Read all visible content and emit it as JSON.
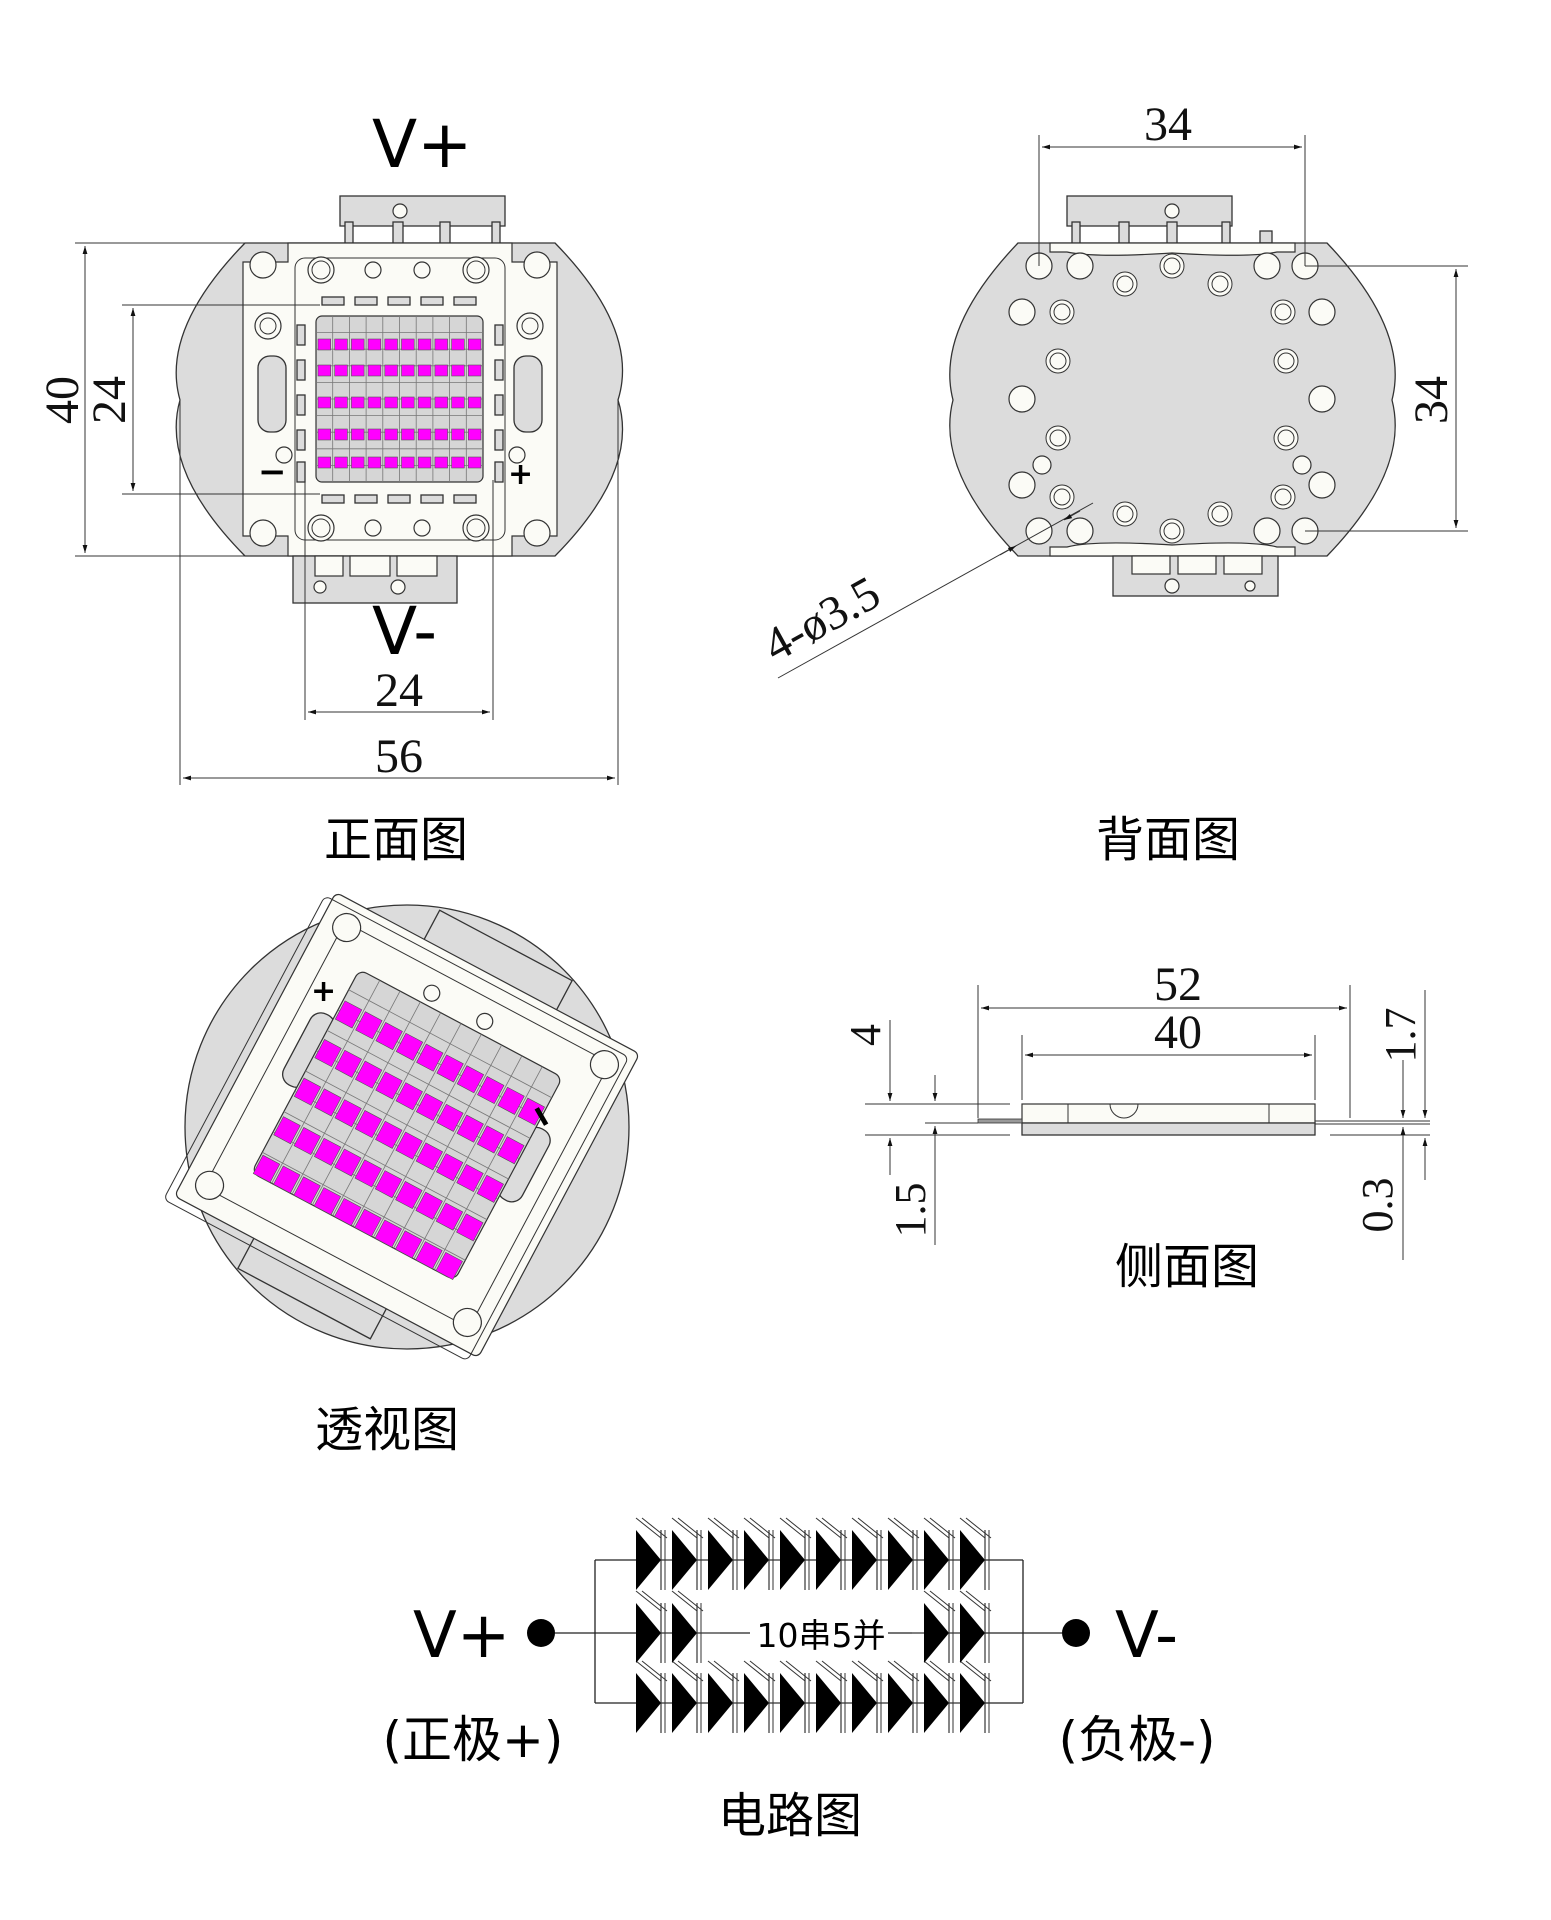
{
  "views": {
    "front": {
      "title": "正面图",
      "top_terminal": "V+",
      "bottom_terminal": "V-",
      "minus_mark": "−",
      "plus_mark": "+",
      "dims": {
        "height_outer": "40",
        "height_inner": "24",
        "width_inner": "24",
        "width_outer": "56"
      },
      "led_rows": 5,
      "led_cols": 10
    },
    "back": {
      "title": "背面图",
      "dims": {
        "hole_spacing_x": "34",
        "hole_spacing_y": "34",
        "hole_callout": "4-ø3.5"
      }
    },
    "perspective": {
      "title": "透视图",
      "plus_mark": "+",
      "minus_mark": "I"
    },
    "side": {
      "title": "侧面图",
      "dims": {
        "lead_span": "52",
        "body_width": "40",
        "total_height": "4",
        "board_thickness": "1.5",
        "lead_offset": "1.7",
        "lead_thickness": "0.3"
      }
    },
    "circuit": {
      "title": "电路图",
      "pos_terminal": "V+",
      "pos_label": "(正极+)",
      "neg_terminal": "V-",
      "neg_label": "(负极-)",
      "config_label": "10串5并",
      "series": 10,
      "parallel": 5
    }
  },
  "colors": {
    "led": "#ff00ff",
    "board": "#dcdcdc",
    "frame": "#fbfbf6"
  }
}
